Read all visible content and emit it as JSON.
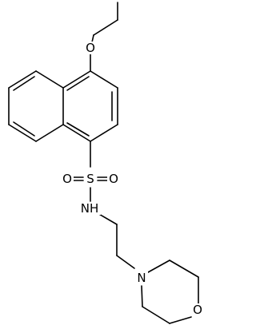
{
  "molecule": {
    "atoms": {
      "ether_oxygen": "O",
      "sulfur": "S",
      "sulfonyl_oxygen_left": "O",
      "sulfonyl_oxygen_right": "O",
      "amine": "NH",
      "morpholine_nitrogen": "N",
      "morpholine_oxygen": "O"
    }
  },
  "colors": {
    "bond": "#000000",
    "label": "#000000",
    "background": "#ffffff"
  }
}
